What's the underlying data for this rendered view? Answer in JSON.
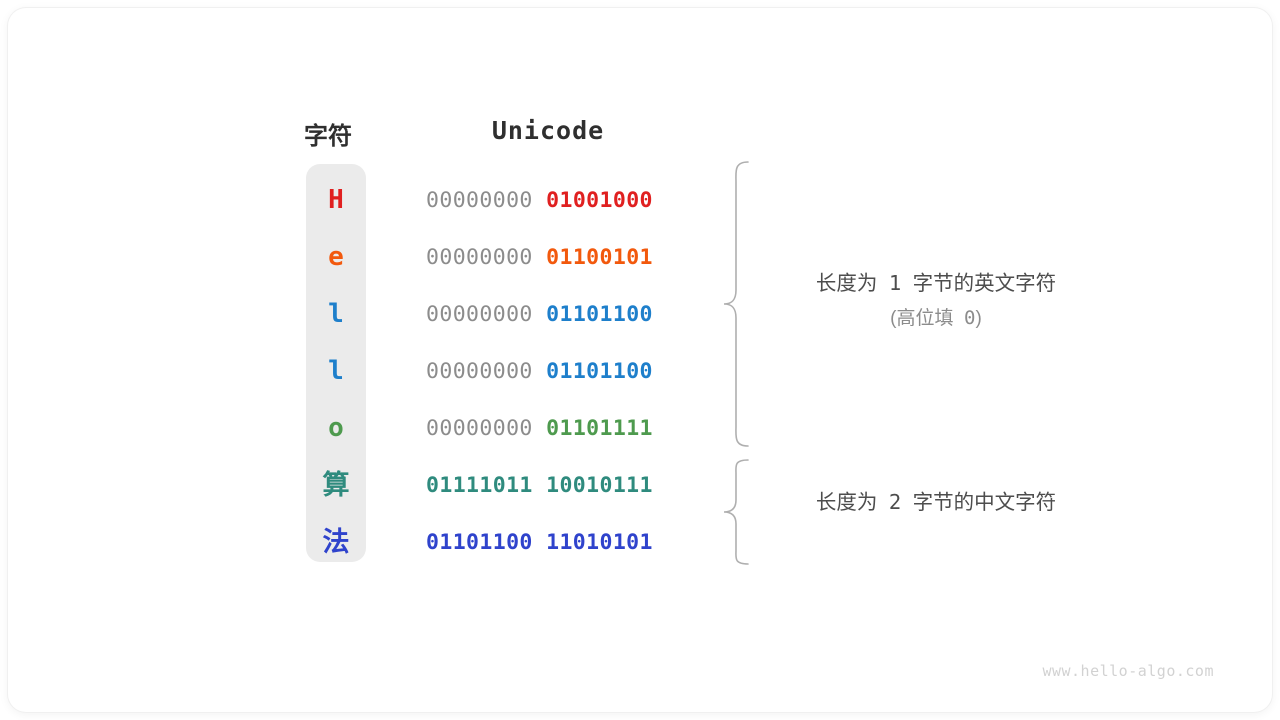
{
  "figure": {
    "headers": {
      "char": "字符",
      "unicode": "Unicode"
    },
    "rows": [
      {
        "char": "H",
        "script": "latin",
        "color": "#E02020",
        "pad": "00000000",
        "val": "01001000"
      },
      {
        "char": "e",
        "script": "latin",
        "color": "#F2590D",
        "pad": "00000000",
        "val": "01100101"
      },
      {
        "char": "l",
        "script": "latin",
        "color": "#1E7FCB",
        "pad": "00000000",
        "val": "01101100"
      },
      {
        "char": "l",
        "script": "latin",
        "color": "#1E7FCB",
        "pad": "00000000",
        "val": "01101100"
      },
      {
        "char": "o",
        "script": "latin",
        "color": "#4E9A4E",
        "pad": "00000000",
        "val": "01101111"
      },
      {
        "char": "算",
        "script": "han",
        "color": "#2F8B7E",
        "pad": "",
        "val": "01111011 10010111"
      },
      {
        "char": "法",
        "script": "han",
        "color": "#2F43CC",
        "pad": "",
        "val": "01101100 11010101"
      }
    ],
    "annotations": [
      {
        "main_prefix": "长度为",
        "main_number": "1",
        "main_suffix": "字节的英文字符",
        "sub_prefix": "(高位填",
        "sub_number": "0",
        "sub_suffix": ")"
      },
      {
        "main_prefix": "长度为",
        "main_number": "2",
        "main_suffix": "字节的中文字符",
        "sub_prefix": "",
        "sub_number": "",
        "sub_suffix": ""
      }
    ],
    "colors": {
      "column_background": "#EBEBEB",
      "padding_bits": "#8C8C8C",
      "annotation_text": "#4D4D4D",
      "brace_stroke": "#AFAFAF",
      "card_background": "#FFFFFF"
    },
    "watermark": "www.hello-algo.com"
  }
}
